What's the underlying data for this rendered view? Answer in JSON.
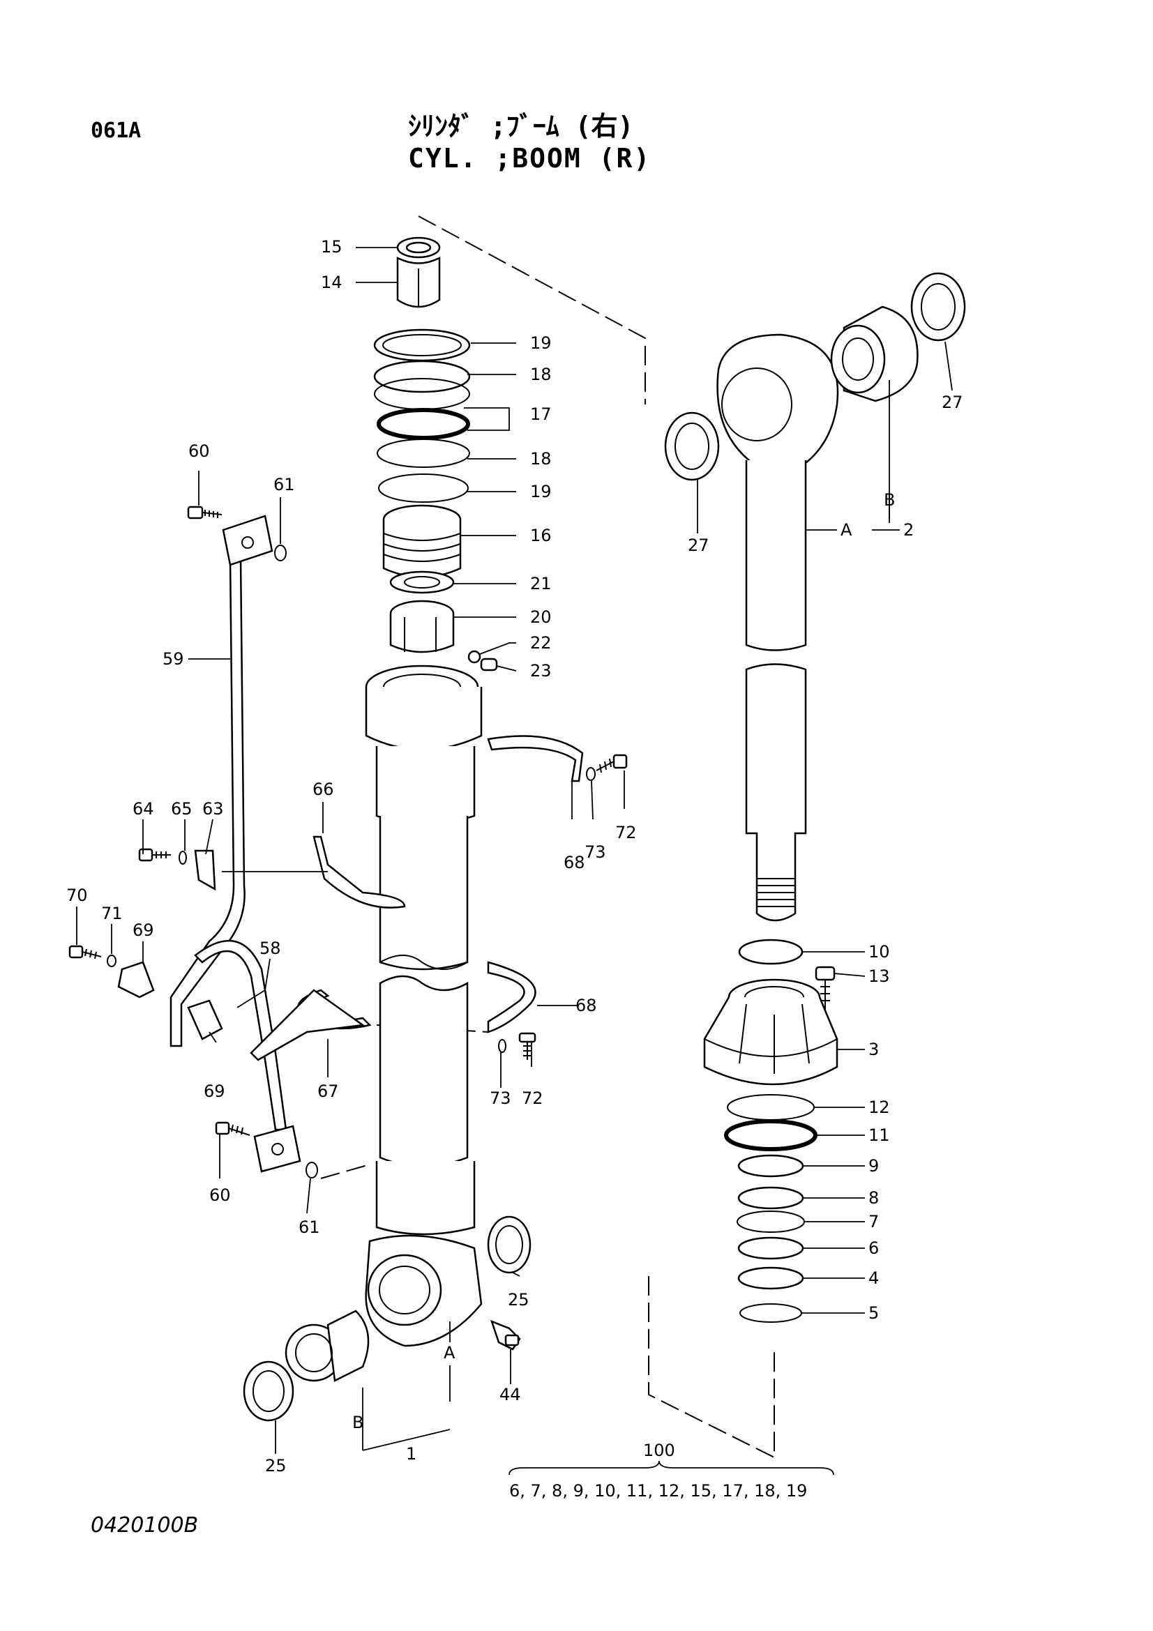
{
  "header": {
    "page_code": "061A",
    "title_jp": "ｼﾘﾝﾀﾞ ;ﾌﾞｰﾑ (右)",
    "title_en": "CYL. ;BOOM (R)"
  },
  "footer": {
    "drawing_number": "0420100B"
  },
  "callouts": [
    "15",
    "14",
    "19",
    "18",
    "17",
    "18",
    "19",
    "16",
    "21",
    "20",
    "22",
    "23",
    "60",
    "61",
    "59",
    "64",
    "65",
    "63",
    "66",
    "70",
    "71",
    "69",
    "58",
    "69",
    "67",
    "60",
    "61",
    "68",
    "73",
    "72",
    "73",
    "72",
    "68",
    "25",
    "44",
    "A",
    "B",
    "1",
    "25",
    "27",
    "B",
    "A",
    "2",
    "27",
    "10",
    "13",
    "3",
    "12",
    "11",
    "9",
    "8",
    "7",
    "6",
    "4",
    "5"
  ],
  "kit": {
    "number": "100",
    "contents": "6, 7, 8, 9, 10, 11, 12, 15, 17, 18, 19"
  }
}
